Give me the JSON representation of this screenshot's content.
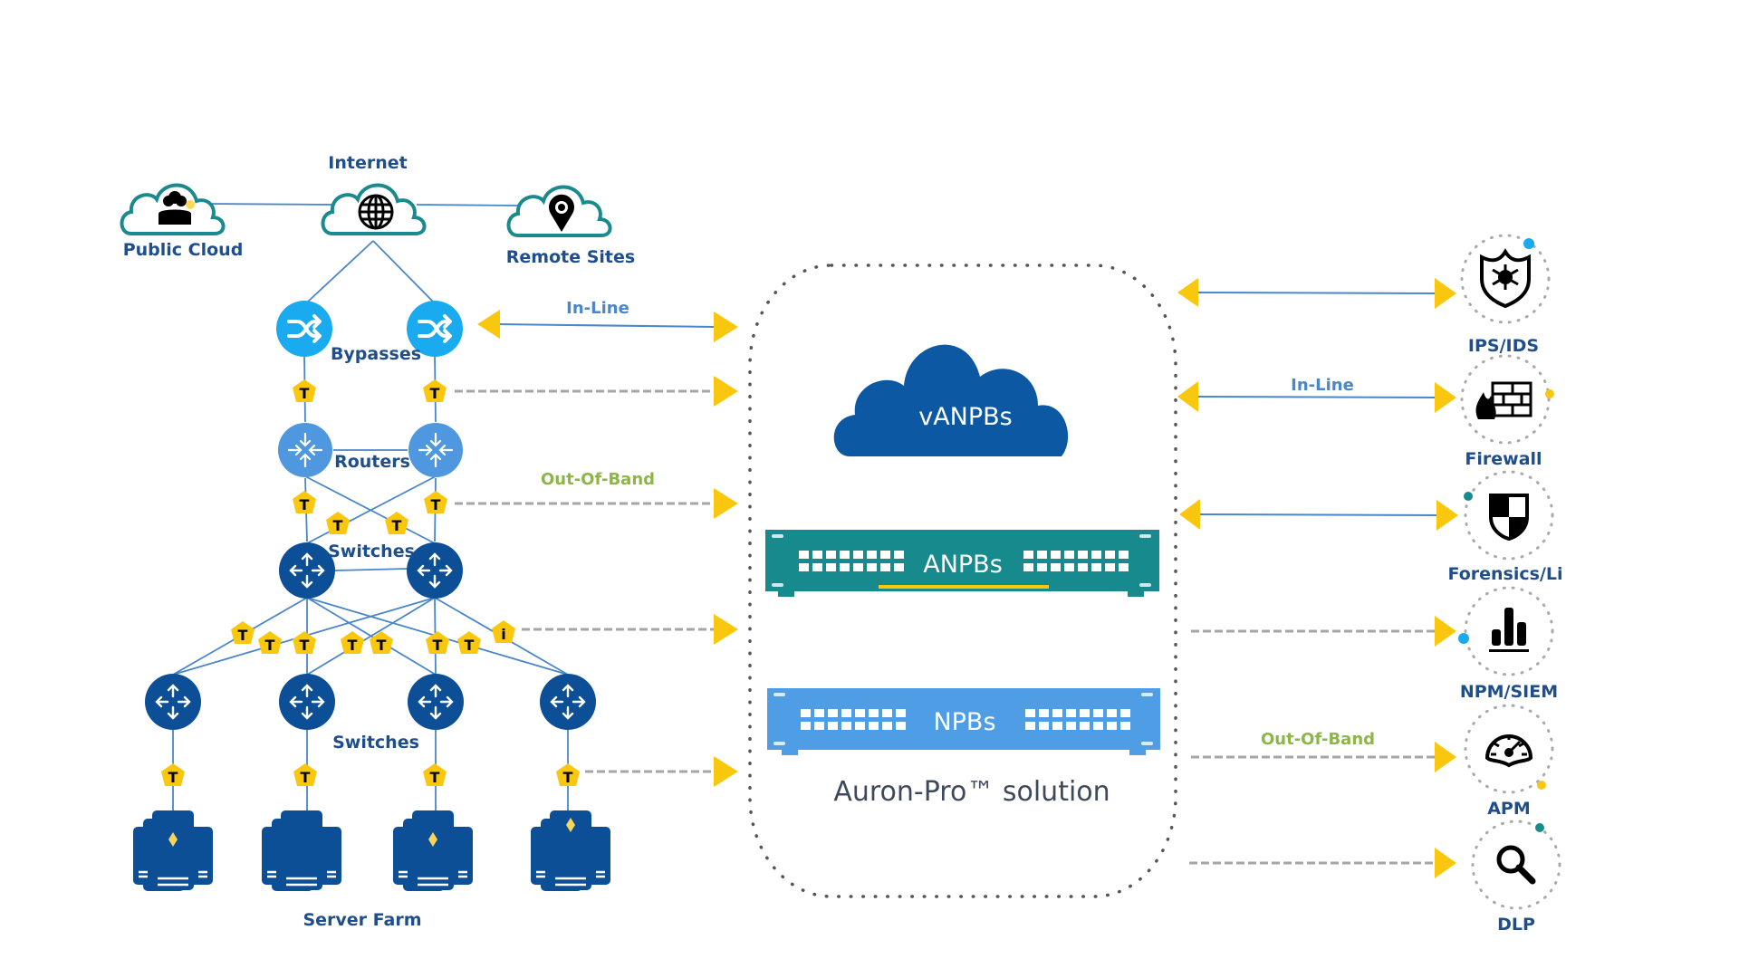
{
  "colors": {
    "label_navy": "#1f4e8c",
    "inline_blue": "#4a86c8",
    "oob_green": "#8db54a",
    "arrow_yellow": "#f9c80e",
    "dash_gray": "#a6a6a6",
    "cloud_teal": "#1a8a8f",
    "bypass_cyan": "#1aaaf0",
    "router_blue": "#4f97df",
    "switch_navy": "#0d4f97",
    "anpb_teal": "#168a8c",
    "npb_blue": "#4f9de4",
    "vanpb_navy": "#0d58a3",
    "solution_gray": "#3e4a5c"
  },
  "network": {
    "top_clouds": [
      {
        "id": "public-cloud",
        "label": "Public Cloud",
        "icon": "users-icon"
      },
      {
        "id": "internet",
        "label": "Internet",
        "icon": "globe-icon"
      },
      {
        "id": "remote-sites",
        "label": "Remote Sites",
        "icon": "map-pin-icon"
      }
    ],
    "bypasses_label": "Bypasses",
    "routers_label": "Routers",
    "switches_upper_label": "Switches",
    "switches_lower_label": "Switches",
    "server_farm_label": "Server Farm",
    "tap_glyph": "T",
    "tap_info_glyph": "i",
    "server_count": 4
  },
  "links": {
    "inline_left": "In-Line",
    "oob_left": "Out-Of-Band",
    "inline_right": "In-Line",
    "oob_right": "Out-Of-Band"
  },
  "solution": {
    "vanpb_label": "vANPBs",
    "anpb_label": "ANPBs",
    "npb_label": "NPBs",
    "title": "Auron-Pro™ solution",
    "ports_per_bank": 8,
    "rows_per_bank": 2
  },
  "tools": [
    {
      "id": "ips-ids",
      "label": "IPS/IDS",
      "icon": "virus-shield-icon",
      "link": "inline"
    },
    {
      "id": "firewall",
      "label": "Firewall",
      "icon": "firewall-icon",
      "link": "inline"
    },
    {
      "id": "forensics",
      "label": "Forensics/Li",
      "icon": "security-shield-icon",
      "link": "inline"
    },
    {
      "id": "npm-siem",
      "label": "NPM/SIEM",
      "icon": "bar-chart-icon",
      "link": "out-of-band"
    },
    {
      "id": "apm",
      "label": "APM",
      "icon": "speedometer-icon",
      "link": "out-of-band"
    },
    {
      "id": "dlp",
      "label": "DLP",
      "icon": "magnifier-icon",
      "link": "out-of-band"
    }
  ]
}
